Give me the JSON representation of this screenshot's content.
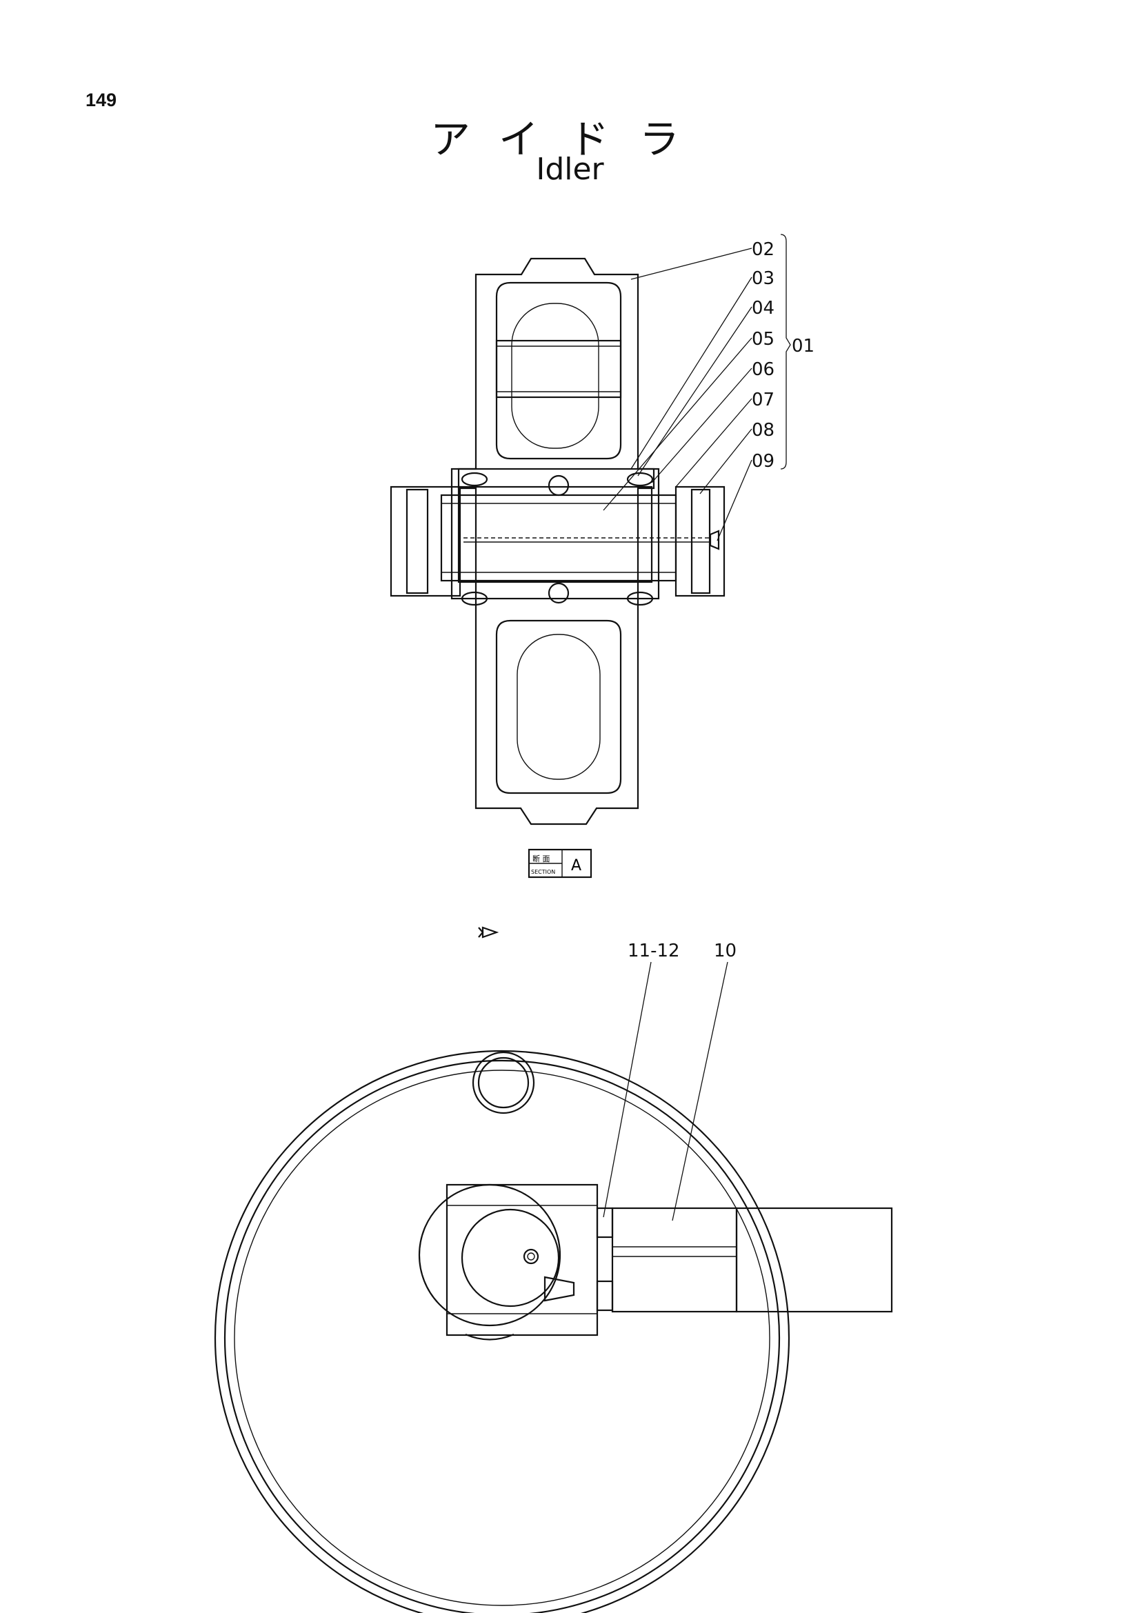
{
  "page_number": "149",
  "title_jp": "アイドラ",
  "title_en": "Idler",
  "section_label": {
    "jp": "断 面",
    "en": "SECTION",
    "letter": "A"
  },
  "assembly_callout": "01",
  "callouts_section": [
    "02",
    "03",
    "04",
    "05",
    "06",
    "07",
    "08",
    "09"
  ],
  "callouts_plan": [
    "11-12",
    "10"
  ]
}
